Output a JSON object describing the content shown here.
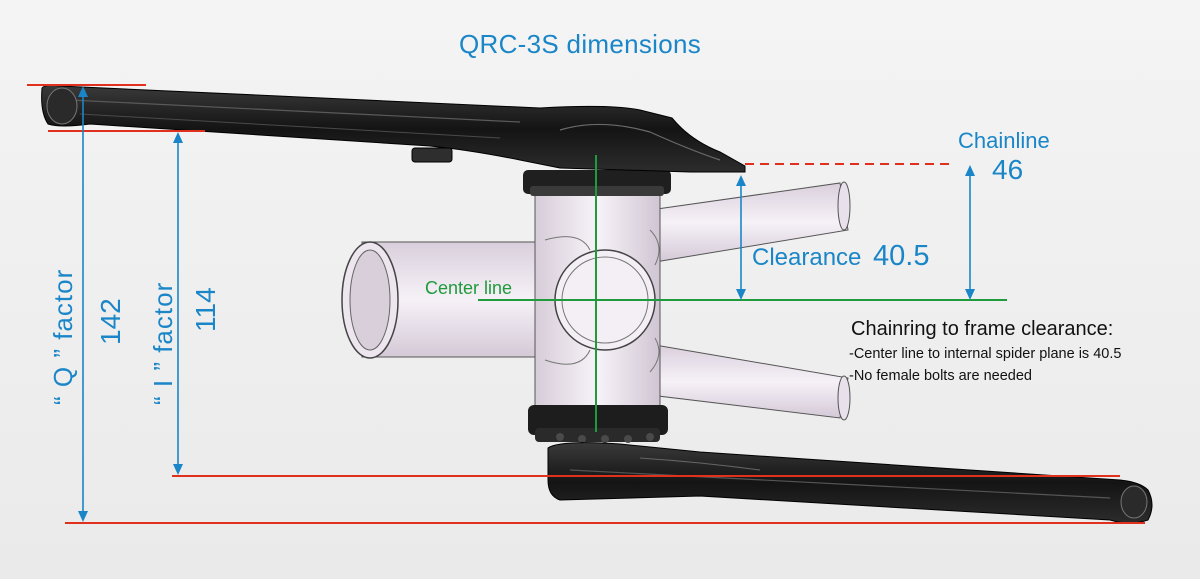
{
  "title": "QRC-3S dimensions",
  "chainline": {
    "label": "Chainline",
    "value": "46"
  },
  "clearance": {
    "label": "Clearance",
    "value": "40.5"
  },
  "center_line": {
    "label": "Center line"
  },
  "q_factor": {
    "label": "“ Q ” factor",
    "value": "142"
  },
  "i_factor": {
    "label": "“ I ” factor",
    "value": "114"
  },
  "notes": {
    "heading": "Chainring to frame clearance:",
    "lines": [
      "-Center line to internal spider plane is 40.5",
      "-No female bolts are needed"
    ]
  },
  "colors": {
    "dimension": "#1a86c8",
    "reference_line": "#e0301e",
    "center_line": "#1f9a3c",
    "crank": "#1b1b1b",
    "frame_tube": "#ece3ee"
  }
}
